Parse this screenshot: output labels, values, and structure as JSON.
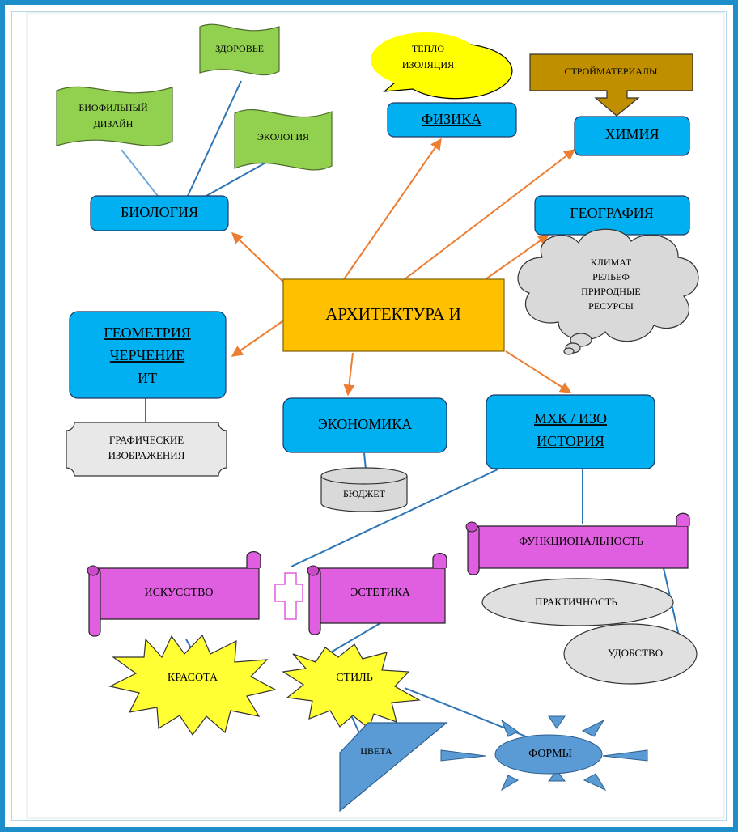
{
  "center": {
    "label": "АРХИТЕКТУРА И"
  },
  "nodes": {
    "biology": "БИОЛОГИЯ",
    "physics": "ФИЗИКА",
    "chemistry": "ХИМИЯ",
    "geography": "ГЕОГРАФИЯ",
    "geometry": [
      "ГЕОМЕТРИЯ",
      "ЧЕРЧЕНИЕ",
      "ИТ"
    ],
    "economics": "ЭКОНОМИКА",
    "mhk": [
      "МХК / ИЗО",
      "ИСТОРИЯ"
    ]
  },
  "biology_flags": {
    "health": "ЗДОРОВЬЕ",
    "biophilic": [
      "БИОФИЛЬНЫЙ",
      "ДИЗАЙН"
    ],
    "ecology": "ЭКОЛОГИЯ"
  },
  "physics_bubble": [
    "ТЕПЛО",
    "ИЗОЛЯЦИЯ"
  ],
  "chemistry_callout": "СТРОЙМАТЕРИАЛЫ",
  "geography_cloud": [
    "КЛИМАТ",
    "РЕЛЬЕФ",
    "ПРИРОДНЫЕ",
    "РЕСУРСЫ"
  ],
  "geometry_plaque": [
    "ГРАФИЧЕСКИЕ",
    "ИЗОБРАЖЕНИЯ"
  ],
  "economics_cylinder": "БЮДЖЕТ",
  "scrolls": {
    "art": "ИСКУССТВО",
    "aesthetics": "ЭСТЕТИКА",
    "functionality": "ФУНКЦИОНАЛЬНОСТЬ"
  },
  "ellipses": {
    "practicality": "ПРАКТИЧНОСТЬ",
    "convenience": "УДОБСТВО"
  },
  "bursts": {
    "beauty": "КРАСОТА",
    "style": "СТИЛЬ"
  },
  "colors_shape": "ЦВЕТА",
  "forms_sun": "ФОРМЫ",
  "colors": {
    "frame_blue": "#1e8ecb",
    "node_blue": "#00b0f0",
    "center_orange": "#ffc000",
    "arrow_orange": "#ed7d31",
    "flag_green": "#92d050",
    "bubble_yellow": "#ffff00",
    "callout_brown": "#bf8f00",
    "scroll_magenta": "#e05fe0",
    "burst_yellow": "#ffff33",
    "shape_steel": "#5b9bd5",
    "grey_fill": "#d9d9d9"
  }
}
